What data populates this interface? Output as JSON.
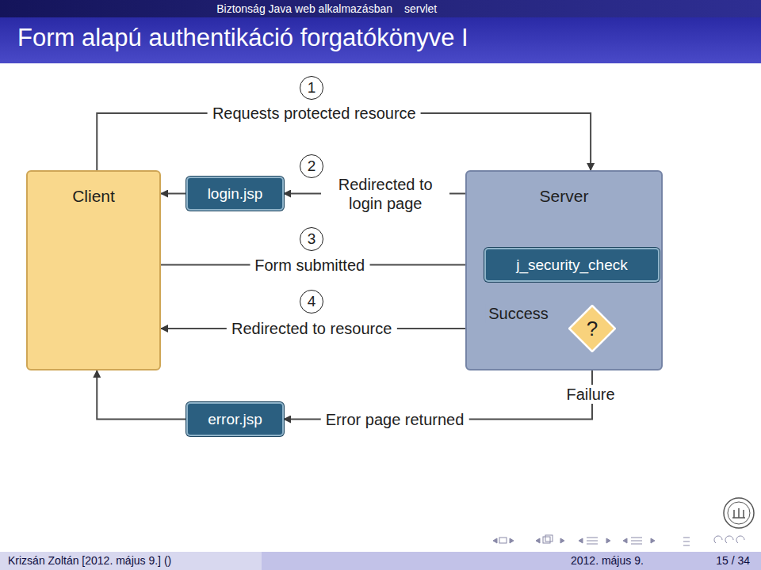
{
  "diagram": {
    "title": "Form alapú authentikáció forgatókönyve I",
    "nodes": [
      {
        "text": [
          "Client"
        ]
      },
      {
        "text": [
          "login.jsp"
        ]
      },
      {
        "text": [
          "Server"
        ]
      },
      {
        "text": [
          "j_security_check"
        ],
        "in": 2
      },
      {
        "text": [
          "?"
        ],
        "in": 2
      },
      {
        "text": [
          "error.jsp"
        ]
      }
    ],
    "edges": [
      {
        "from": 0,
        "to": 2,
        "label": "Requests protected resource",
        "arrow": "to"
      },
      {
        "from": 2,
        "to": 1,
        "label": "Redirected to login page",
        "arrow": "to"
      },
      {
        "from": 1,
        "to": 0,
        "arrow": "to"
      },
      {
        "from": 0,
        "to": 3,
        "label": "Form submitted",
        "arrow": "to"
      },
      {
        "from": 4,
        "to": 0,
        "label": "Redirected to resource",
        "arrow": "to"
      },
      {
        "from": 4,
        "to": 5,
        "label": "Error page returned",
        "arrow": "to"
      },
      {
        "from": 5,
        "to": 0,
        "arrow": "to"
      }
    ],
    "labels": [
      "Biztonság Java web alkalmazásban",
      "servlet",
      "1",
      "2",
      "3",
      "4",
      "Success",
      "Failure",
      "Krizsán Zoltán [2012. május 9.] ()",
      "2012. május 9.",
      "15 / 34"
    ]
  }
}
